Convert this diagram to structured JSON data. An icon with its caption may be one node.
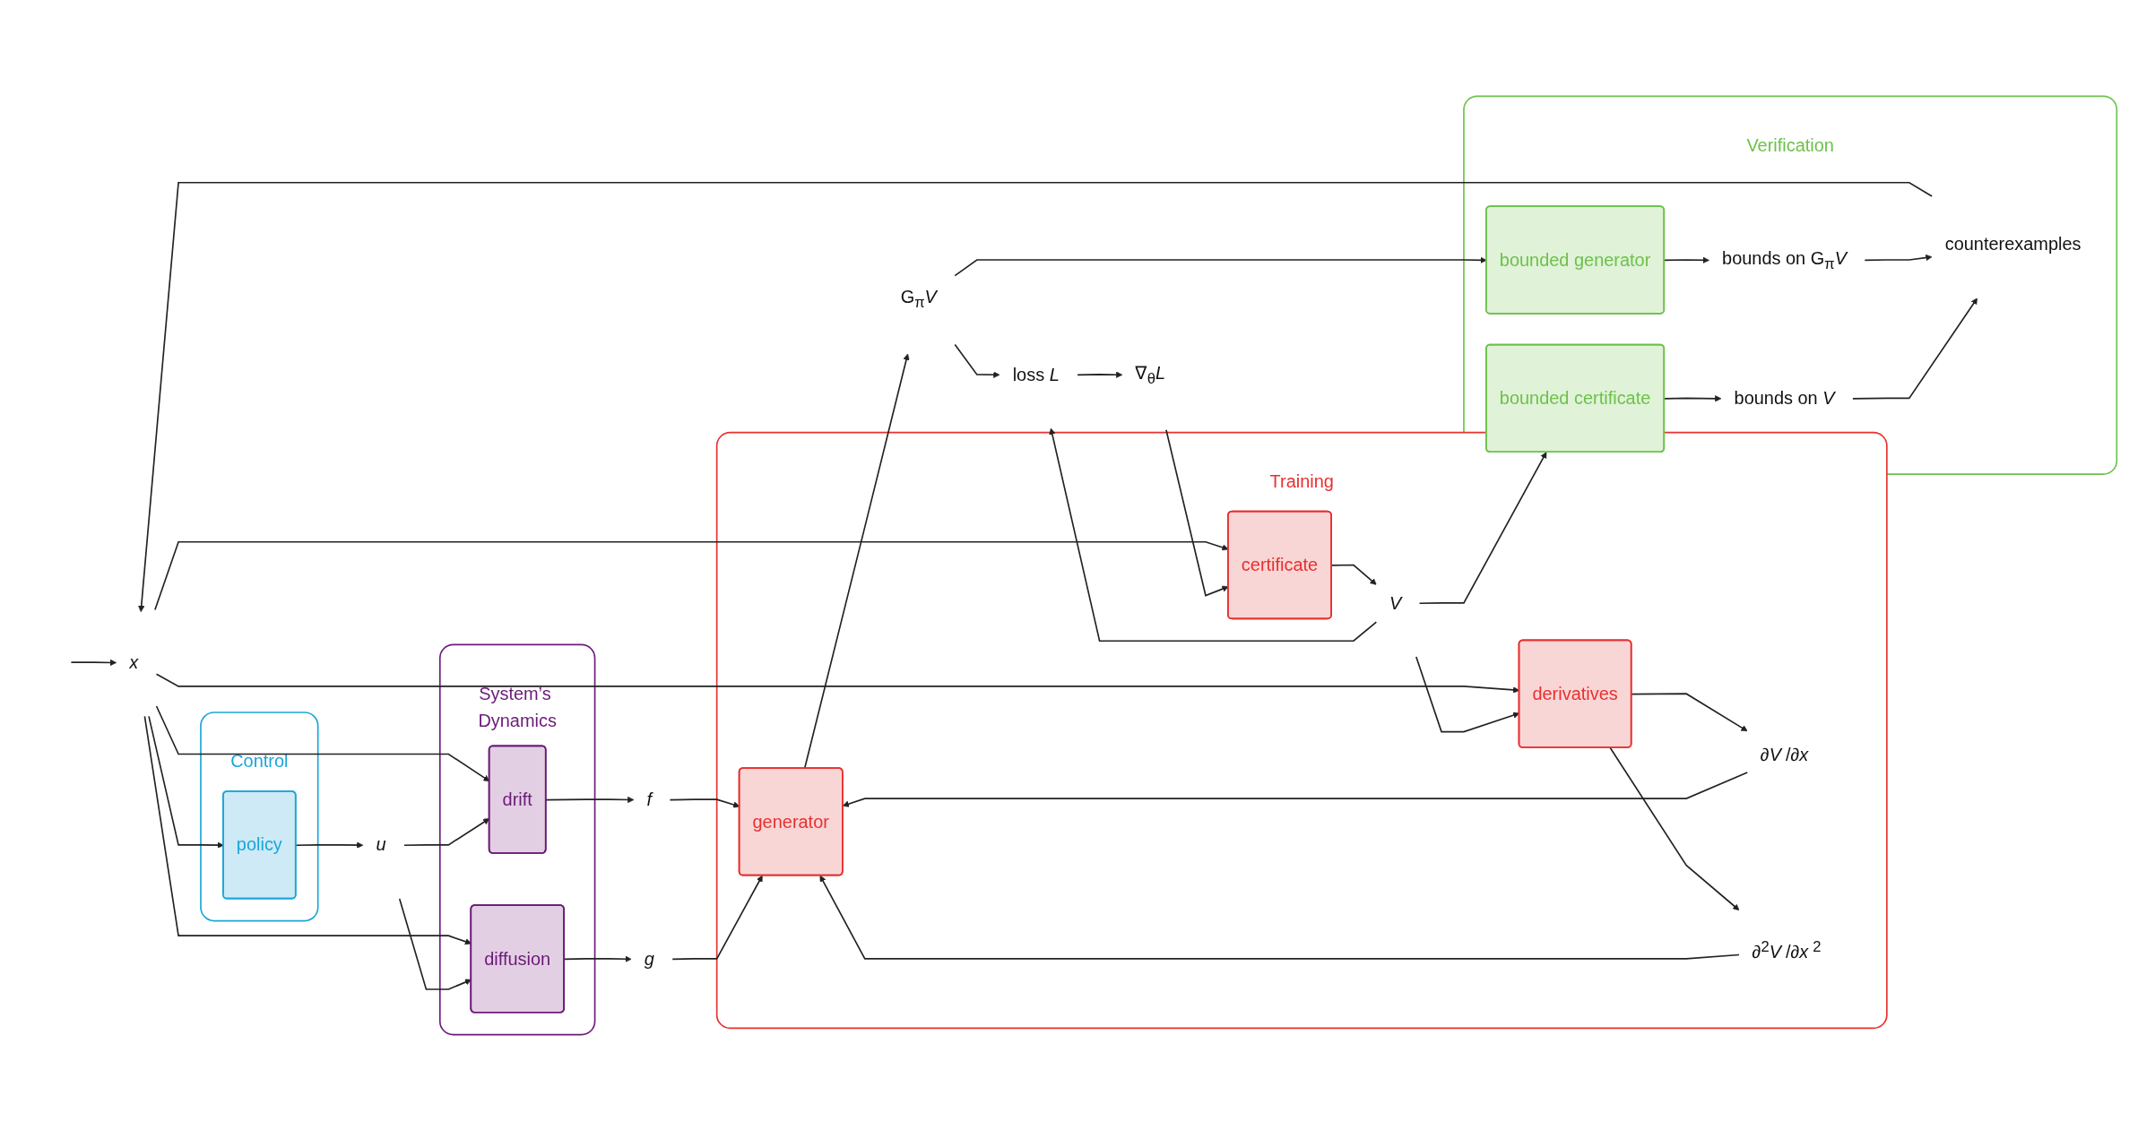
{
  "diagram": {
    "nodes": [
      {
        "text": [
          "Control"
        ]
      },
      {
        "text": [
          "System’s Dynamics"
        ]
      },
      {
        "text": [
          "Training"
        ]
      },
      {
        "text": [
          "Verification"
        ]
      },
      {
        "text": [
          "x"
        ]
      },
      {
        "text": [
          "policy"
        ],
        "in": 0
      },
      {
        "text": [
          "u"
        ]
      },
      {
        "text": [
          "drift"
        ],
        "in": 1
      },
      {
        "text": [
          "diffusion"
        ],
        "in": 1
      },
      {
        "text": [
          "f"
        ]
      },
      {
        "text": [
          "g"
        ]
      },
      {
        "text": [
          "generator"
        ],
        "in": 2
      },
      {
        "text": [
          "∂*V*/∂*x*"
        ],
        "in": 2
      },
      {
        "text": [
          "∂$^{2}$*V*/∂*x*$^{2}$"
        ],
        "in": 2
      },
      {
        "text": [
          "derivatives"
        ],
        "in": 2
      },
      {
        "text": [
          "V"
        ],
        "in": 2
      },
      {
        "text": [
          "certificate"
        ],
        "in": 2
      },
      {
        "text": [
          "G$_{π}$*V*"
        ]
      },
      {
        "text": [
          "loss *L*"
        ]
      },
      {
        "text": [
          "∇$_{θ}$*L*"
        ]
      },
      {
        "text": [
          "bounded generator"
        ],
        "in": 3
      },
      {
        "text": [
          "bounds on G$_{π}$*V*"
        ],
        "in": 3
      },
      {
        "text": [
          "counterexamples"
        ],
        "in": 3
      },
      {
        "text": [
          "bounds on *V*"
        ],
        "in": 3
      },
      {
        "text": [
          "bounded certificate"
        ],
        "in": 3
      }
    ],
    "edges": [
      {
        "from": null,
        "to": 4,
        "arrow": "to"
      },
      {
        "from": 22,
        "to": 4,
        "arrow": "to"
      },
      {
        "from": 4,
        "to": 5,
        "arrow": "to"
      },
      {
        "from": 4,
        "to": 7,
        "arrow": "to"
      },
      {
        "from": 4,
        "to": 8,
        "arrow": "to"
      },
      {
        "from": 4,
        "to": 14,
        "arrow": "to"
      },
      {
        "from": 4,
        "to": 16,
        "arrow": "to"
      },
      {
        "from": 5,
        "to": 6,
        "arrow": "to"
      },
      {
        "from": 6,
        "to": 7,
        "arrow": "to"
      },
      {
        "from": 6,
        "to": 8,
        "arrow": "to"
      },
      {
        "from": 7,
        "to": 9,
        "arrow": "to"
      },
      {
        "from": 8,
        "to": 10,
        "arrow": "to"
      },
      {
        "from": 9,
        "to": 11,
        "arrow": "to"
      },
      {
        "from": 10,
        "to": 11,
        "arrow": "to"
      },
      {
        "from": 11,
        "to": 17,
        "arrow": "to"
      },
      {
        "from": 17,
        "to": 20,
        "arrow": "to"
      },
      {
        "from": 17,
        "to": 18,
        "arrow": "to"
      },
      {
        "from": 14,
        "to": 12,
        "arrow": "to"
      },
      {
        "from": 14,
        "to": 13,
        "arrow": "to"
      },
      {
        "from": 12,
        "to": 11,
        "arrow": "to"
      },
      {
        "from": 13,
        "to": 11,
        "arrow": "to"
      },
      {
        "from": 15,
        "to": 14,
        "arrow": "to"
      },
      {
        "from": 15,
        "to": 18,
        "arrow": "to"
      },
      {
        "from": 15,
        "to": 24,
        "arrow": "to"
      },
      {
        "from": 16,
        "to": 15,
        "arrow": "to"
      },
      {
        "from": 18,
        "to": 19,
        "arrow": "to"
      },
      {
        "from": 19,
        "to": 16,
        "arrow": "to"
      },
      {
        "from": 20,
        "to": 21,
        "arrow": "to"
      },
      {
        "from": 21,
        "to": 22,
        "arrow": "to"
      },
      {
        "from": 24,
        "to": 23,
        "arrow": "to"
      },
      {
        "from": 23,
        "to": 22,
        "arrow": "to"
      }
    ]
  }
}
